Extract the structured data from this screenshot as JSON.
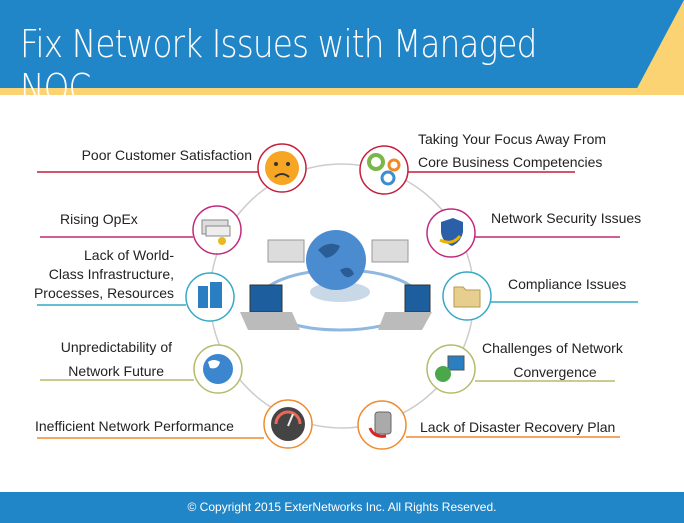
{
  "header": {
    "title": "Fix Network Issues with Managed NOC"
  },
  "footer": {
    "copyright": "© Copyright 2015 ExterNetworks Inc. All Rights Reserved."
  },
  "colors": {
    "blue": "#2186c8",
    "yellow": "#fbd373",
    "crimson": "#c41e3a",
    "magenta": "#c2297a",
    "teal": "#35a9c6",
    "olive": "#b5bb6a",
    "orange": "#ef8a2e"
  },
  "issues_left": [
    {
      "label": "Poor Customer Satisfaction",
      "icon": "sad-face-icon"
    },
    {
      "label": "Rising OpEx",
      "icon": "money-icon"
    },
    {
      "line1": "Lack of World-",
      "line2": "Class Infrastructure,",
      "line3": "Processes, Resources",
      "icon": "building-icon"
    },
    {
      "line1": "Unpredictability of",
      "line2": "Network Future",
      "icon": "globe-icon"
    },
    {
      "label": "Inefficient Network Performance",
      "icon": "gauge-icon"
    }
  ],
  "issues_right": [
    {
      "line1": "Taking Your Focus Away From",
      "line2": "Core Business Competencies",
      "icon": "gears-icon"
    },
    {
      "label": "Network Security Issues",
      "icon": "shield-icon"
    },
    {
      "label": "Compliance Issues",
      "icon": "folder-icon"
    },
    {
      "line1": "Challenges of Network",
      "line2": "Convergence",
      "icon": "monitor-globe-icon"
    },
    {
      "label": "Lack of Disaster Recovery Plan",
      "icon": "database-icon"
    }
  ]
}
